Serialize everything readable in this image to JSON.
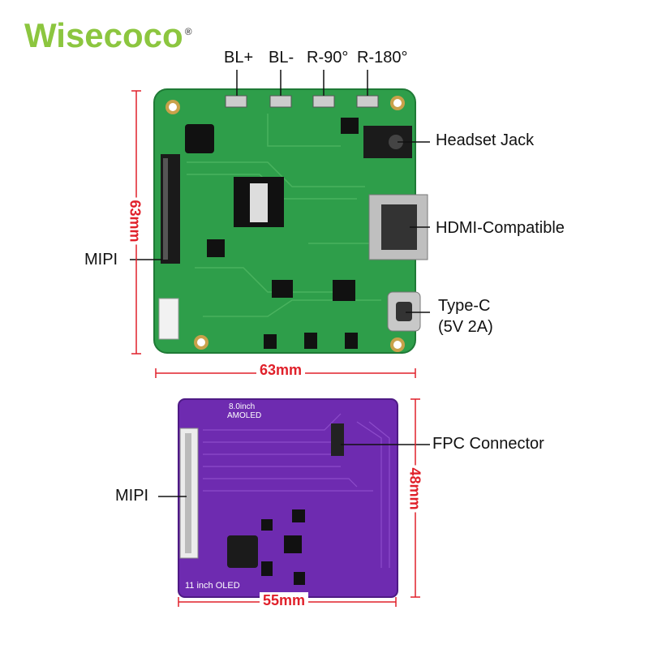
{
  "brand": {
    "name": "Wisecoco",
    "registered": "®"
  },
  "colors": {
    "brand_green": "#8cc63f",
    "pcb_green": "#2e9e4a",
    "pcb_purple": "#6e2bb0",
    "dimension_red": "#e0202a"
  },
  "top_board": {
    "buttons": [
      "BL+",
      "BL-",
      "R-90°",
      "R-180°"
    ],
    "side_labels": {
      "headset": "Headset Jack",
      "hdmi": "HDMI-Compatible",
      "typec_line1": "Type-C",
      "typec_line2": "(5V 2A)",
      "mipi": "MIPI"
    },
    "width_label": "63mm",
    "height_label": "63mm"
  },
  "bottom_board": {
    "silk_top_1": "8.0inch",
    "silk_top_2": "AMOLED",
    "silk_bottom": "11 inch OLED",
    "side_labels": {
      "fpc": "FPC Connector",
      "mipi": "MIPI"
    },
    "width_label": "55mm",
    "height_label": "48mm"
  }
}
